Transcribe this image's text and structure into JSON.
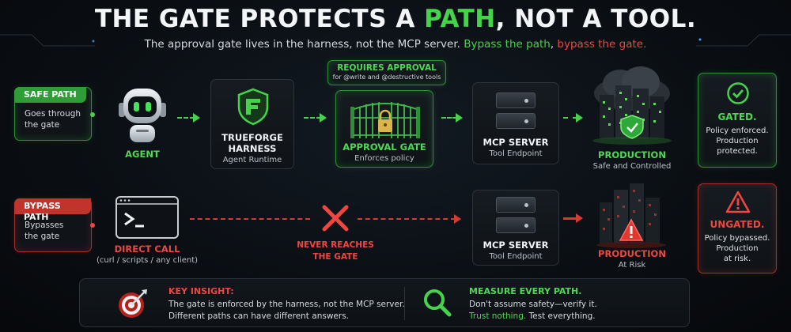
{
  "header": {
    "title_part1": "THE GATE PROTECTS A ",
    "title_highlight": "PATH",
    "title_part2": ", NOT A TOOL.",
    "subtitle_plain": "The approval gate lives in the harness, not the MCP server. ",
    "subtitle_green": "Bypass the path",
    "subtitle_sep": ", ",
    "subtitle_red": "bypass the gate."
  },
  "safe_path": {
    "tag_label": "SAFE PATH",
    "tag_desc_1": "Goes through",
    "tag_desc_2": "the gate",
    "agent_label": "AGENT",
    "harness_title_1": "TRUEFORGE",
    "harness_title_2": "HARNESS",
    "harness_sub": "Agent Runtime",
    "requires_title": "REQUIRES APPROVAL",
    "requires_sub": "for @write and @destructive tools",
    "gate_title": "APPROVAL GATE",
    "gate_sub": "Enforces policy",
    "server_title": "MCP SERVER",
    "server_sub": "Tool Endpoint",
    "production_title": "PRODUCTION",
    "production_sub": "Safe and Controlled",
    "result_title": "GATED.",
    "result_line1": "Policy enforced.",
    "result_line2": "Production",
    "result_line3": "protected."
  },
  "bypass_path": {
    "tag_label": "BYPASS PATH",
    "tag_desc_1": "Bypasses",
    "tag_desc_2": "the gate",
    "direct_title": "DIRECT CALL",
    "direct_sub": "(curl / scripts / any client)",
    "never_1": "NEVER REACHES",
    "never_2": "THE GATE",
    "server_title": "MCP SERVER",
    "server_sub": "Tool Endpoint",
    "production_title": "PRODUCTION",
    "production_sub": "At Risk",
    "result_title": "UNGATED.",
    "result_line1": "Policy bypassed.",
    "result_line2": "Production",
    "result_line3": "at risk."
  },
  "insight": {
    "key_title": "KEY INSIGHT:",
    "key_line1": "The gate is enforced by the harness, not the MCP server.",
    "key_line2": "Different paths can have different answers.",
    "measure_title": "MEASURE EVERY PATH.",
    "measure_line1": "Don't assume safety—verify it.",
    "measure_green": "Trust nothing.",
    "measure_rest": " Test everything."
  },
  "icons": {
    "agent": "robot-icon",
    "harness": "trueforge-shield-icon",
    "gate": "gate-lock-icon",
    "server": "server-icon",
    "production": "city-buildings-icon",
    "gated": "checkmark-circle-icon",
    "ungated": "warning-triangle-icon",
    "terminal": "terminal-icon",
    "blocked": "x-mark-icon",
    "target": "target-icon",
    "search": "magnifier-icon"
  },
  "colors": {
    "green": "#45d34c",
    "red": "#f0463f",
    "background": "#0a0e13"
  }
}
